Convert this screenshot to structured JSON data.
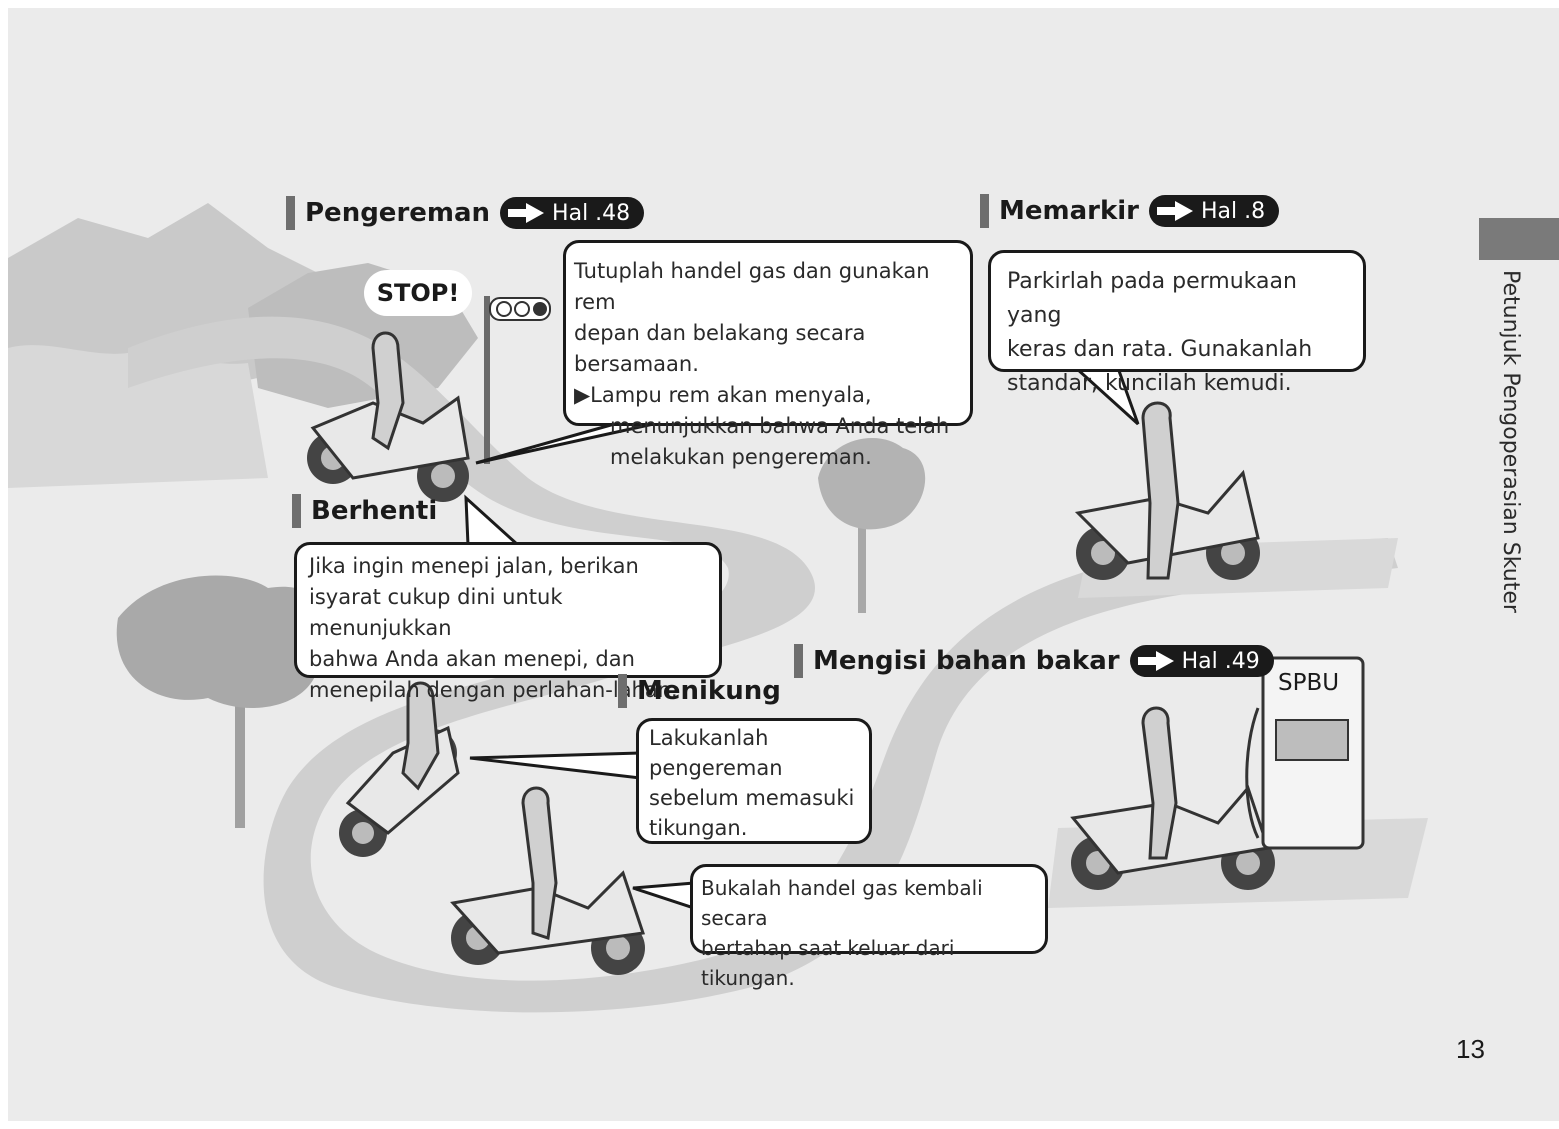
{
  "sections": {
    "braking": {
      "title": "Pengereman",
      "ref": "Hal .48",
      "line1": "Tutuplah handel gas dan gunakan rem",
      "line2": "depan dan belakang secara bersamaan.",
      "line3": "▶Lampu rem akan menyala,",
      "line4": "menunjukkan bahwa Anda telah",
      "line5": "melakukan pengereman.",
      "stop_label": "STOP!"
    },
    "parking": {
      "title": "Memarkir",
      "ref": "Hal .8",
      "line1": "Parkirlah pada permukaan yang",
      "line2": "keras dan rata. Gunakanlah",
      "line3": "standar, kuncilah kemudi."
    },
    "stopping": {
      "title": "Berhenti",
      "line1": "Jika ingin menepi jalan, berikan",
      "line2": "isyarat cukup dini untuk menunjukkan",
      "line3": "bahwa Anda akan menepi, dan",
      "line4": "menepilah dengan perlahan-lahan."
    },
    "cornering": {
      "title": "Menikung",
      "line1": "Lakukanlah",
      "line2": "pengereman",
      "line3": "sebelum memasuki",
      "line4": "tikungan.",
      "exit_line1": "Bukalah handel gas kembali secara",
      "exit_line2": "bertahap saat keluar dari tikungan."
    },
    "refueling": {
      "title": "Mengisi bahan bakar",
      "ref": "Hal .49",
      "pump_label": "SPBU"
    }
  },
  "side_tab": "Petunjuk Pengoperasian Skuter",
  "page_number": "13",
  "colors": {
    "background": "#ebebeb",
    "road": "#cfcfcf",
    "text": "#1a1a1a",
    "tab": "#7a7a7a"
  },
  "icons": [
    "arrow-right-icon",
    "traffic-light-icon",
    "scooter-icon",
    "rider-icon",
    "tree-icon",
    "fuel-pump-icon"
  ]
}
